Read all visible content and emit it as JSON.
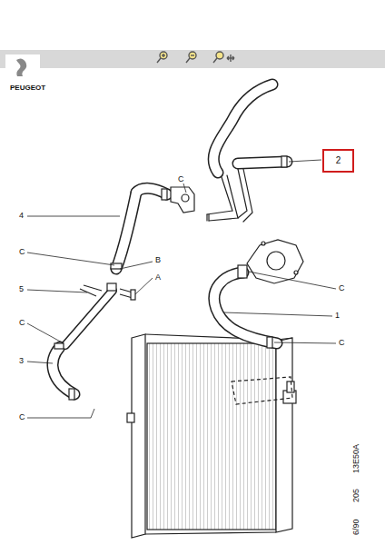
{
  "diagram": {
    "nodes": [
      {
        "text": [
          "2"
        ]
      }
    ],
    "labels": [
      "PEUGEOT",
      "C",
      "4",
      "C",
      "B",
      "A",
      "5",
      "C",
      "C",
      "1",
      "3",
      "C",
      "C",
      "6/90",
      "205",
      "13E50A"
    ]
  }
}
